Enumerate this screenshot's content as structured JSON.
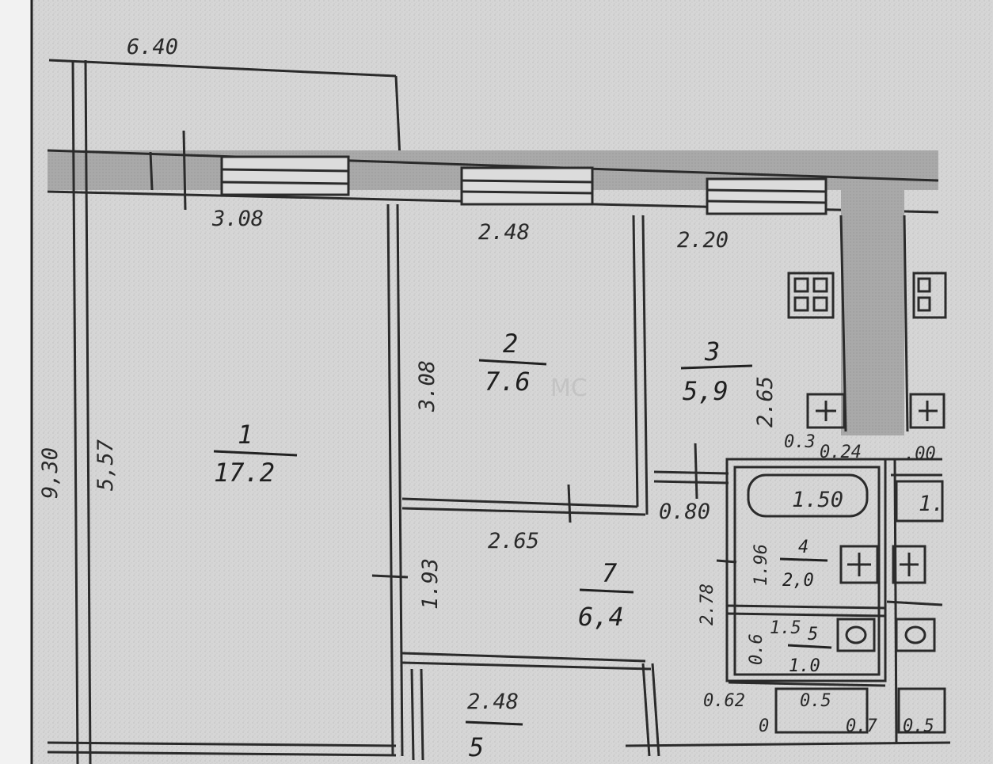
{
  "plan": {
    "dims": {
      "top_overall": "6.40",
      "room1_width": "3.08",
      "room2_width": "2.48",
      "room3_width": "2.20",
      "room1_height_outer": "9,30",
      "room1_height": "5,57",
      "room2_height": "3.08",
      "room3_height": "2.65",
      "corridor_width": "2.65",
      "corridor_height": "1.93",
      "door_gap": "0.80",
      "kitchen_small": "0.3",
      "kitchen_small2": "0.24",
      "kitchen_small3": ".00",
      "bath_width": "1.50",
      "bath_height": "1.96",
      "bath_side": "2.78",
      "wc_dim": "1.5",
      "wc_side": "0.6",
      "closet_a": "0.62",
      "closet_b": "0.5",
      "closet_c": "0.7",
      "closet_d": "0.5",
      "closet_e": "0",
      "room5_width": "2.48",
      "right_partial": "1."
    },
    "rooms": {
      "r1_num": "1",
      "r1_area": "17.2",
      "r2_num": "2",
      "r2_area": "7.6",
      "r3_num": "3",
      "r3_area": "5,9",
      "r4_num": "4",
      "r4_area": "2,0",
      "r5_num": "5",
      "r5_area": "1.0",
      "r6_num": "5",
      "r7_num": "7",
      "r7_area": "6,4"
    },
    "watermark": "МС"
  }
}
